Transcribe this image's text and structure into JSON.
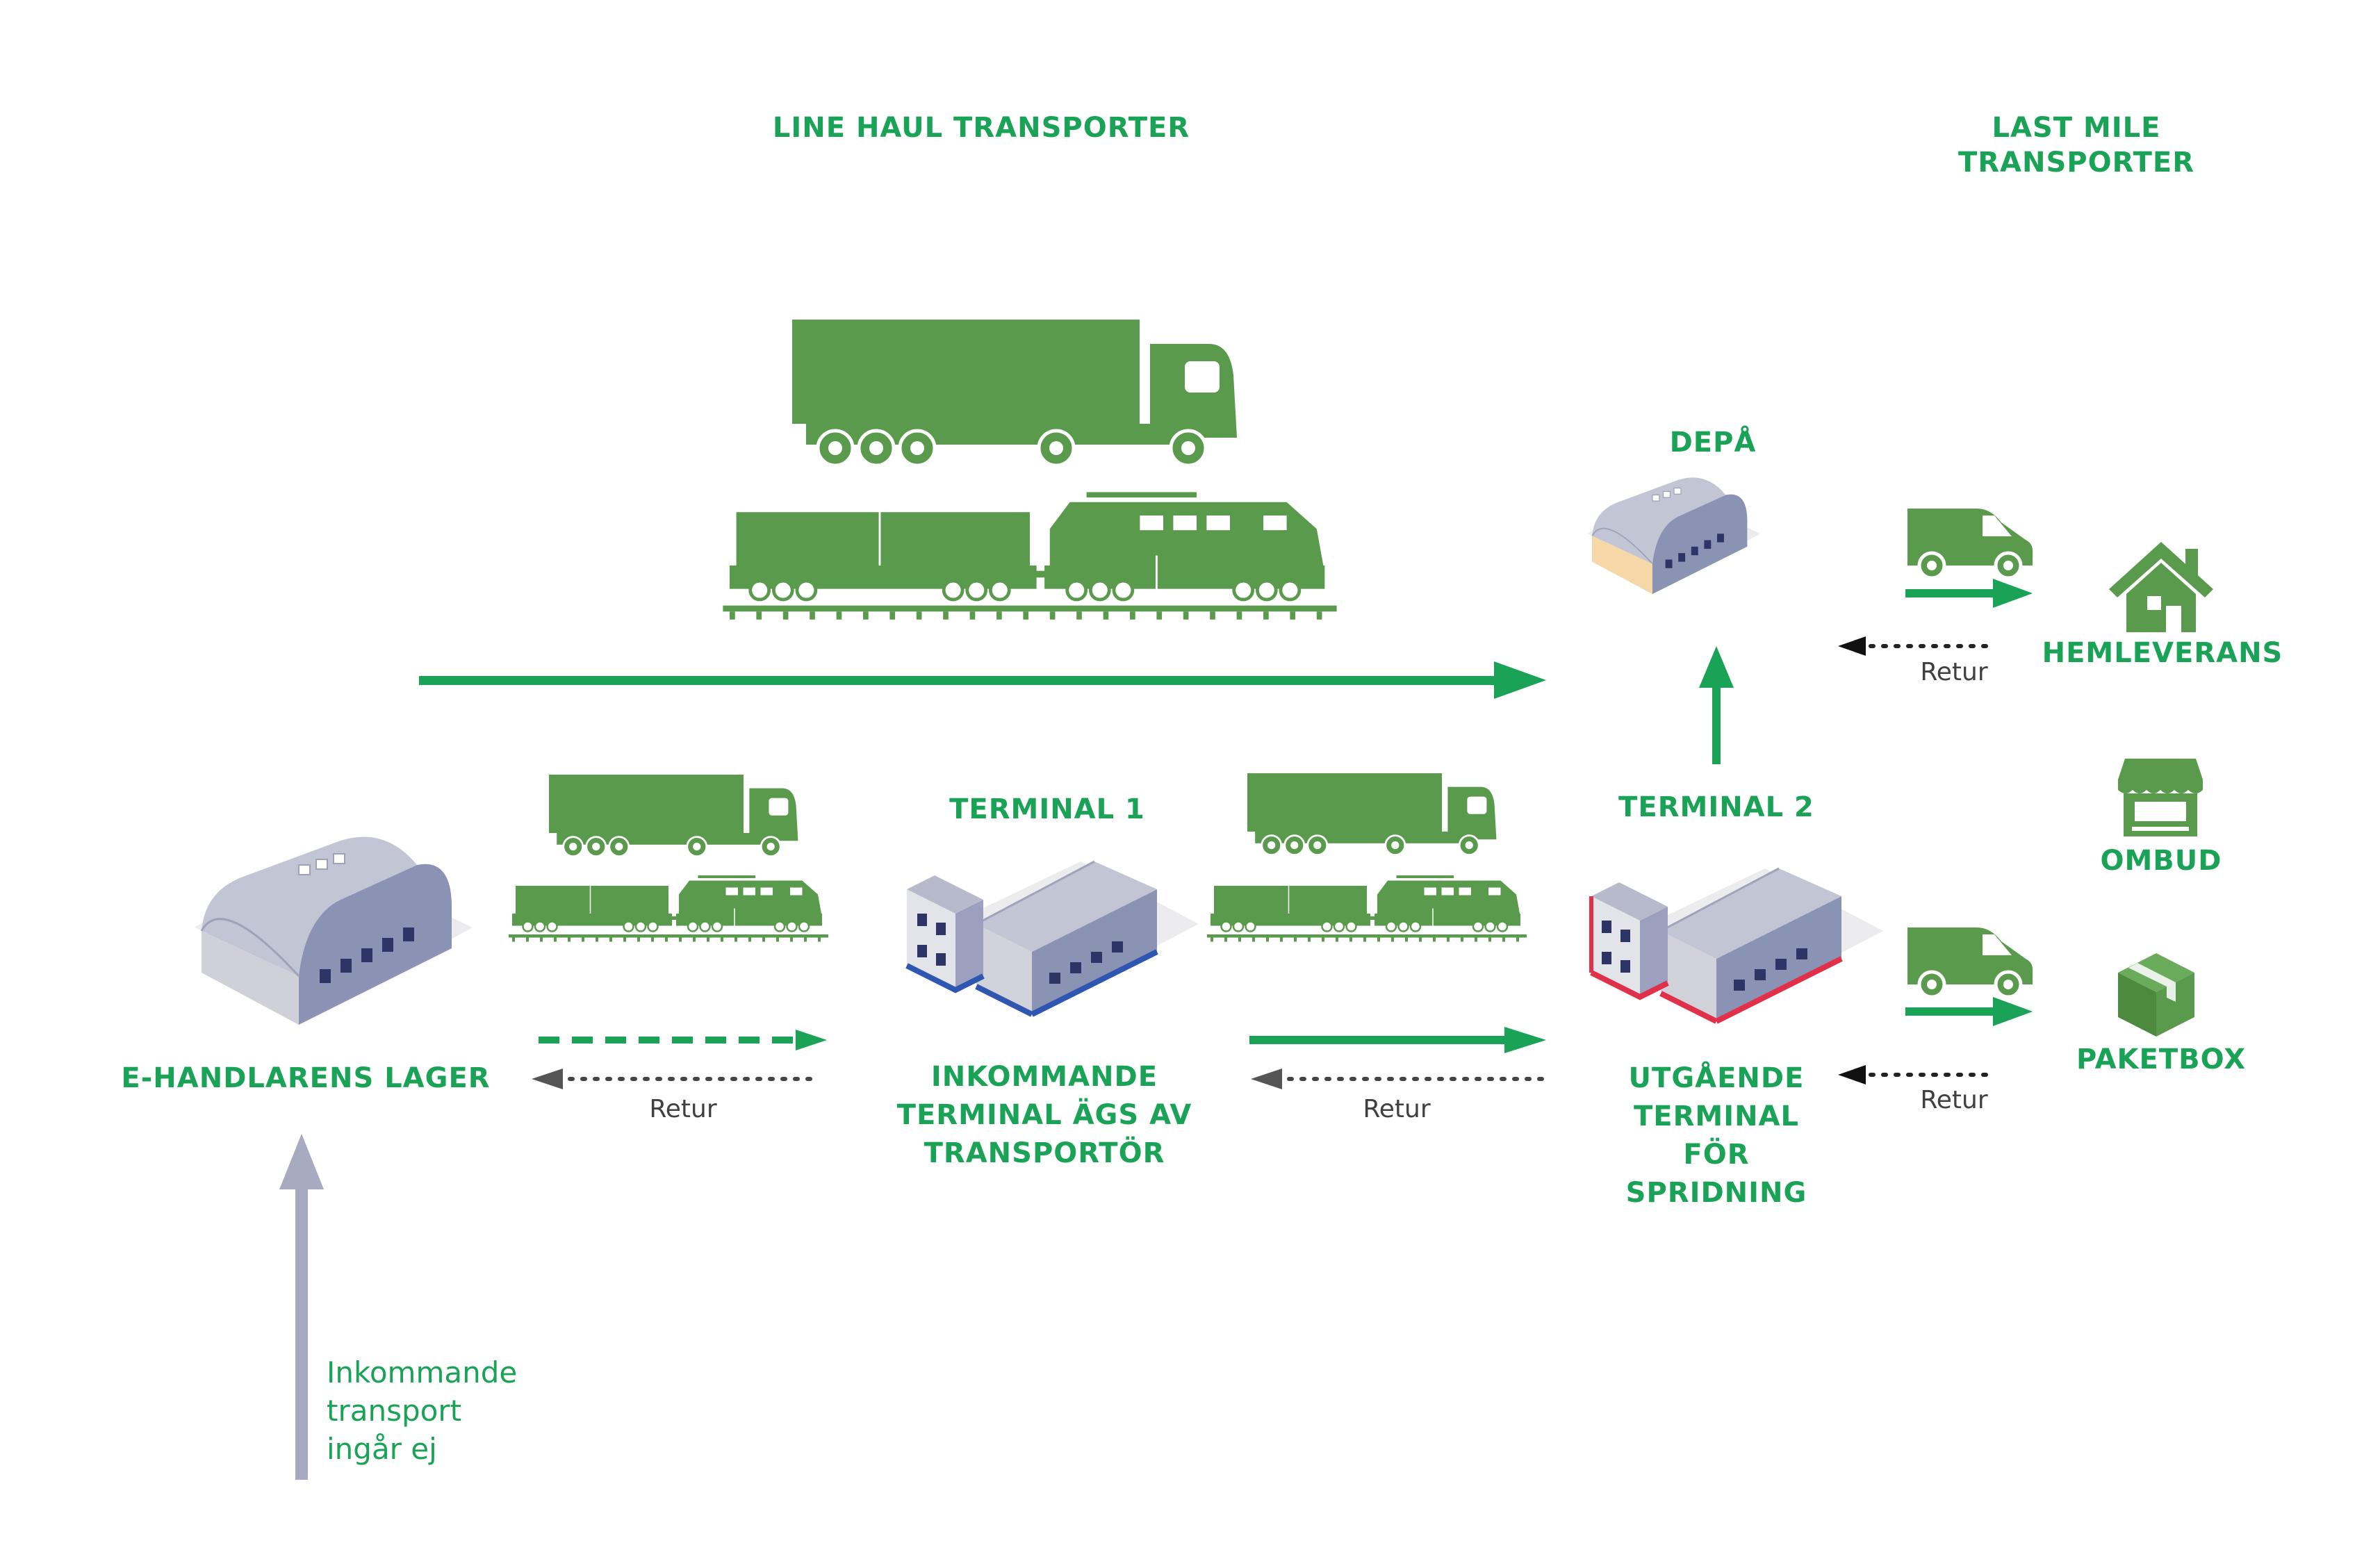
{
  "headers": {
    "line_haul": "LINE HAUL TRANSPORTER",
    "last_mile_1": "LAST MILE",
    "last_mile_2": "TRANSPORTER"
  },
  "nodes": {
    "depa": "DEPÅ",
    "terminal1": "TERMINAL 1",
    "terminal2": "TERMINAL 2",
    "lager": "E-HANDLARENS LAGER",
    "inkommande_1": "INKOMMANDE",
    "inkommande_2": "TERMINAL ÄGS AV",
    "inkommande_3": "TRANSPORTÖR",
    "utgaende_1": "UTGÅENDE",
    "utgaende_2": "TERMINAL",
    "utgaende_3": "FÖR",
    "utgaende_4": "SPRIDNING"
  },
  "destinations": {
    "hemleverans": "HEMLEVERANS",
    "ombud": "OMBUD",
    "paketbox": "PAKETBOX"
  },
  "returns": {
    "retur_1": "Retur",
    "retur_2": "Retur",
    "retur_3": "Retur",
    "retur_4": "Retur"
  },
  "note": {
    "line1": "Inkommande",
    "line2": "transport",
    "line3": "ingår ej"
  },
  "colors": {
    "green_text": "#1aa356",
    "vehicle_green": "#5a9a4c",
    "arrow_green": "#1aa356",
    "grey_arrow": "#a6abbf",
    "terminal1_accent": "#2f56b0",
    "terminal2_accent": "#e0304a"
  },
  "icons": [
    "truck-icon",
    "train-icon",
    "warehouse-icon",
    "terminal-icon",
    "van-icon",
    "house-icon",
    "shop-icon",
    "parcel-box-icon"
  ]
}
